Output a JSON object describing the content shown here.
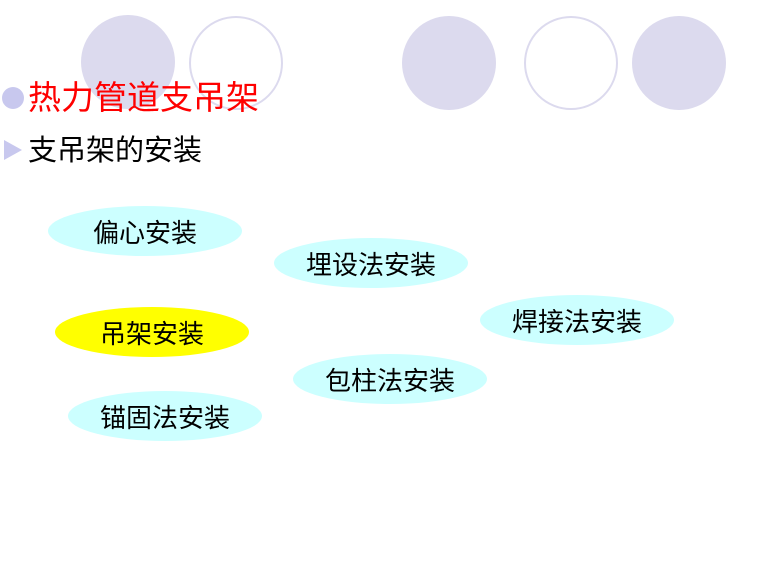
{
  "slide": {
    "title": "热力管道支吊架",
    "subtitle": "支吊架的安装",
    "title_color": "#ff0000",
    "bullet_color": "#c8c8ee",
    "decor_circle_color": "#dcdaee"
  },
  "methods": [
    {
      "label": "偏心安装",
      "color": "#ccffff",
      "highlighted": false
    },
    {
      "label": "埋设法安装",
      "color": "#ccffff",
      "highlighted": false
    },
    {
      "label": "吊架安装",
      "color": "#ffff00",
      "highlighted": true
    },
    {
      "label": "焊接法安装",
      "color": "#ccffff",
      "highlighted": false
    },
    {
      "label": "包柱法安装",
      "color": "#ccffff",
      "highlighted": false
    },
    {
      "label": "锚固法安装",
      "color": "#ccffff",
      "highlighted": false
    }
  ],
  "decor": {
    "circles": [
      "filled",
      "outline",
      "filled",
      "outline",
      "filled"
    ]
  }
}
